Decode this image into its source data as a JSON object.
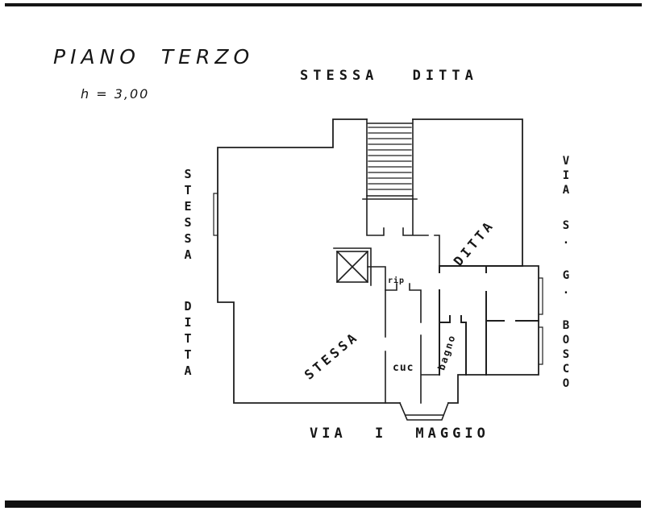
{
  "page": {
    "floor_title": "PIANO TERZO",
    "ceiling_height": "h = 3,00"
  },
  "labels": {
    "neighbor_top": "STESSA DITTA",
    "neighbor_left": "STESSA DITTA",
    "street_right": "VIA S. G. BOSCO",
    "street_bottom": "VIA I MAGGIO",
    "apartment_word1": "STESSA",
    "apartment_word2": "DITTA",
    "room_kitchen": "cuc",
    "room_bath": "bagno",
    "room_storage": "rip"
  },
  "colors": {
    "ink": "#1f1f1f",
    "paper": "#ffffff"
  }
}
